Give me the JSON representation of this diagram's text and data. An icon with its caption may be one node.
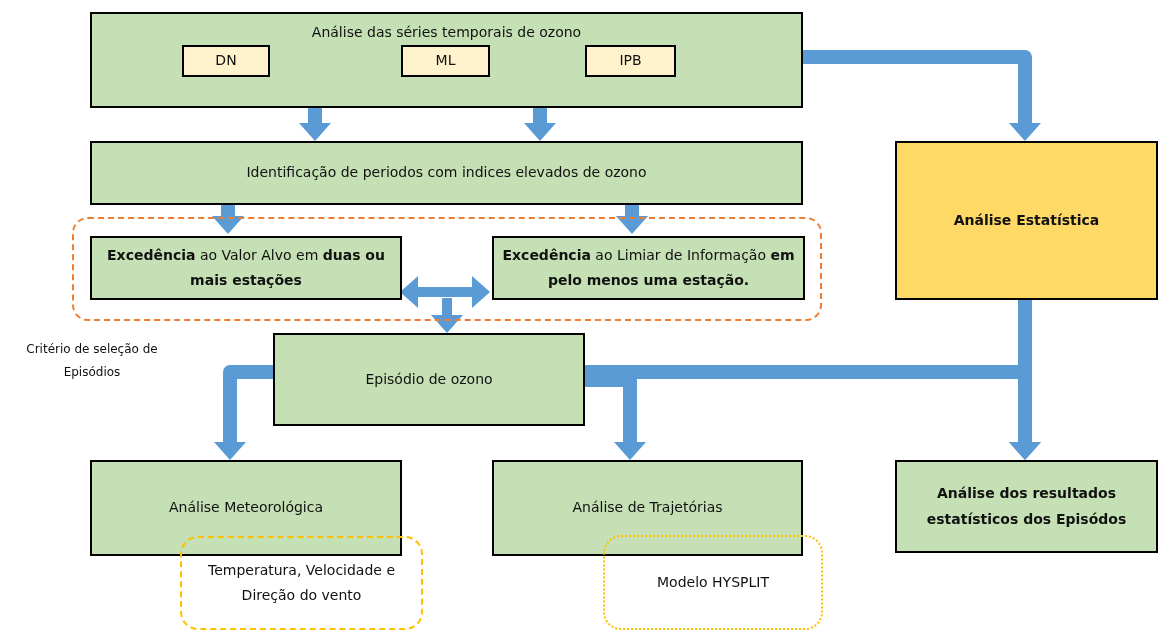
{
  "diagram": {
    "nodes": [
      {
        "text": [
          "Análise das séries temporais de ozono"
        ]
      },
      {
        "text": [
          "DN"
        ],
        "in": 0
      },
      {
        "text": [
          "ML"
        ],
        "in": 0
      },
      {
        "text": [
          "IPB"
        ],
        "in": 0
      },
      {
        "text": [
          "Identificação de periodos com indices elevados de ozono"
        ]
      },
      {
        "text": [],
        "shape": "box"
      },
      {
        "text": [
          "**Excedência** ao Valor Alvo em **duas ou mais estações**"
        ],
        "in": 5
      },
      {
        "text": [
          "**Excedência** ao Limiar de Informação **em pelo menos uma estação.**"
        ],
        "in": 5
      },
      {
        "text": [
          "Episódio de ozono"
        ]
      },
      {
        "text": [
          "Análise Estatística"
        ]
      },
      {
        "text": [
          "Análise Meteorológica"
        ]
      },
      {
        "text": [
          "Análise de Trajetórias"
        ]
      },
      {
        "text": [
          "Análise dos resultados estatísticos dos Episódos"
        ]
      },
      {
        "text": [
          "Temperatura, Velocidade e Direção do vento"
        ]
      },
      {
        "text": [
          "Modelo HYSPLIT"
        ]
      }
    ],
    "edges": [
      {
        "from": 0,
        "to": 4,
        "arrow": "to"
      },
      {
        "from": 0,
        "to": 4,
        "arrow": "to"
      },
      {
        "from": 0,
        "to": 9,
        "arrow": "to"
      },
      {
        "from": 4,
        "to": 6,
        "arrow": "to"
      },
      {
        "from": 4,
        "to": 7,
        "arrow": "to"
      },
      {
        "from": 6,
        "to": 7,
        "arrow": "both"
      },
      {
        "from": null,
        "to": 8,
        "arrow": "to"
      },
      {
        "from": 8,
        "to": 10,
        "arrow": "to"
      },
      {
        "from": 8,
        "to": 11,
        "arrow": "to"
      },
      {
        "from": 8,
        "to": 12,
        "arrow": "to"
      },
      {
        "from": 9,
        "to": 12,
        "arrow": "to"
      }
    ],
    "labels": [
      "Critério de seleção de Episódios"
    ]
  }
}
